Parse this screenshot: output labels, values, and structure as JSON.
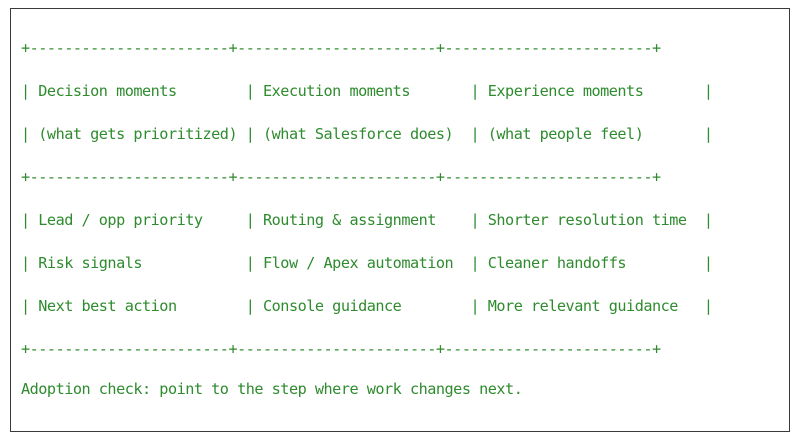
{
  "lines": [
    "+-----------------------+-----------------------+------------------------+",
    "",
    "| Decision moments        | Execution moments       | Experience moments       |",
    "",
    "| (what gets prioritized) | (what Salesforce does)  | (what people feel)       |",
    "",
    "+-----------------------+-----------------------+------------------------+",
    "",
    "| Lead / opp priority     | Routing & assignment    | Shorter resolution time  |",
    "",
    "| Risk signals            | Flow / Apex automation  | Cleaner handoffs         |",
    "",
    "| Next best action        | Console guidance        | More relevant guidance   |",
    "",
    "+-----------------------+-----------------------+------------------------+"
  ],
  "note": "Adoption check: point to the step where work changes next."
}
